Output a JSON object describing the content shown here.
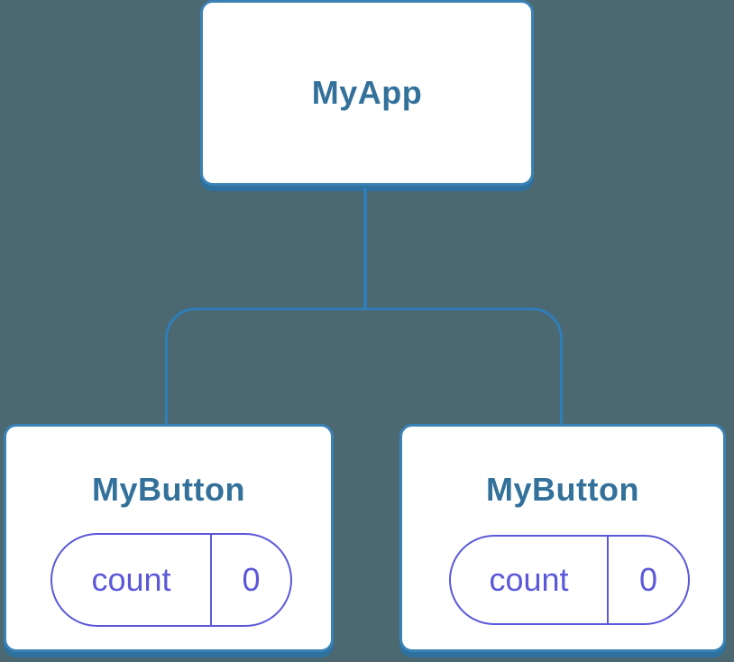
{
  "diagram": {
    "type": "component-tree",
    "background_color": "#4C6972",
    "edge_color": "#2F7EB8",
    "card_border_color": "#3A82B5",
    "card_shadow_color": "#2E709E",
    "component_label_color": "#33719B",
    "state_accent_color": "#5B59D9",
    "root": {
      "label": "MyApp"
    },
    "children": [
      {
        "label": "MyButton",
        "state": {
          "key": "count",
          "value": "0"
        }
      },
      {
        "label": "MyButton",
        "state": {
          "key": "count",
          "value": "0"
        }
      }
    ]
  }
}
